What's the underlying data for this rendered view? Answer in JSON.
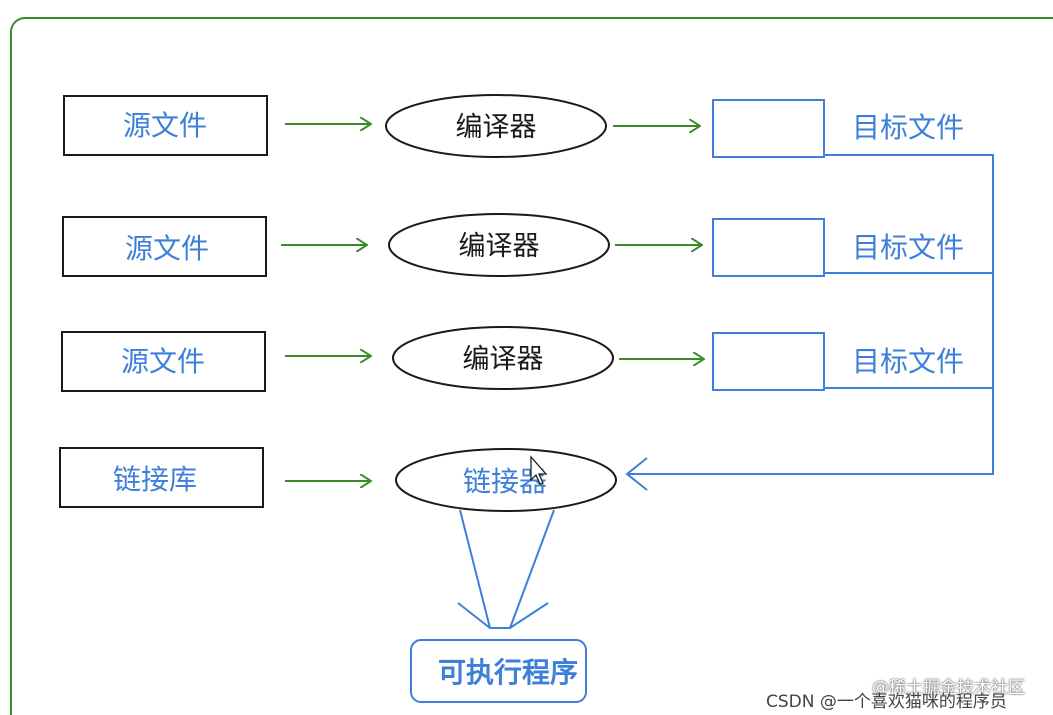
{
  "colors": {
    "frame": "#3a8a2a",
    "green_arrow": "#3a8a2a",
    "blue": "#3d7fd9",
    "black": "#1a1a1a"
  },
  "rows": [
    {
      "source": "源文件",
      "compiler": "编译器",
      "object": "目标文件"
    },
    {
      "source": "源文件",
      "compiler": "编译器",
      "object": "目标文件"
    },
    {
      "source": "源文件",
      "compiler": "编译器",
      "object": "目标文件"
    }
  ],
  "library": "链接库",
  "linker": "链接器",
  "executable": "可执行程序",
  "watermark": {
    "juejin": "@稀土掘金技术社区",
    "csdn": "CSDN @一个喜欢猫咪的程序员"
  }
}
